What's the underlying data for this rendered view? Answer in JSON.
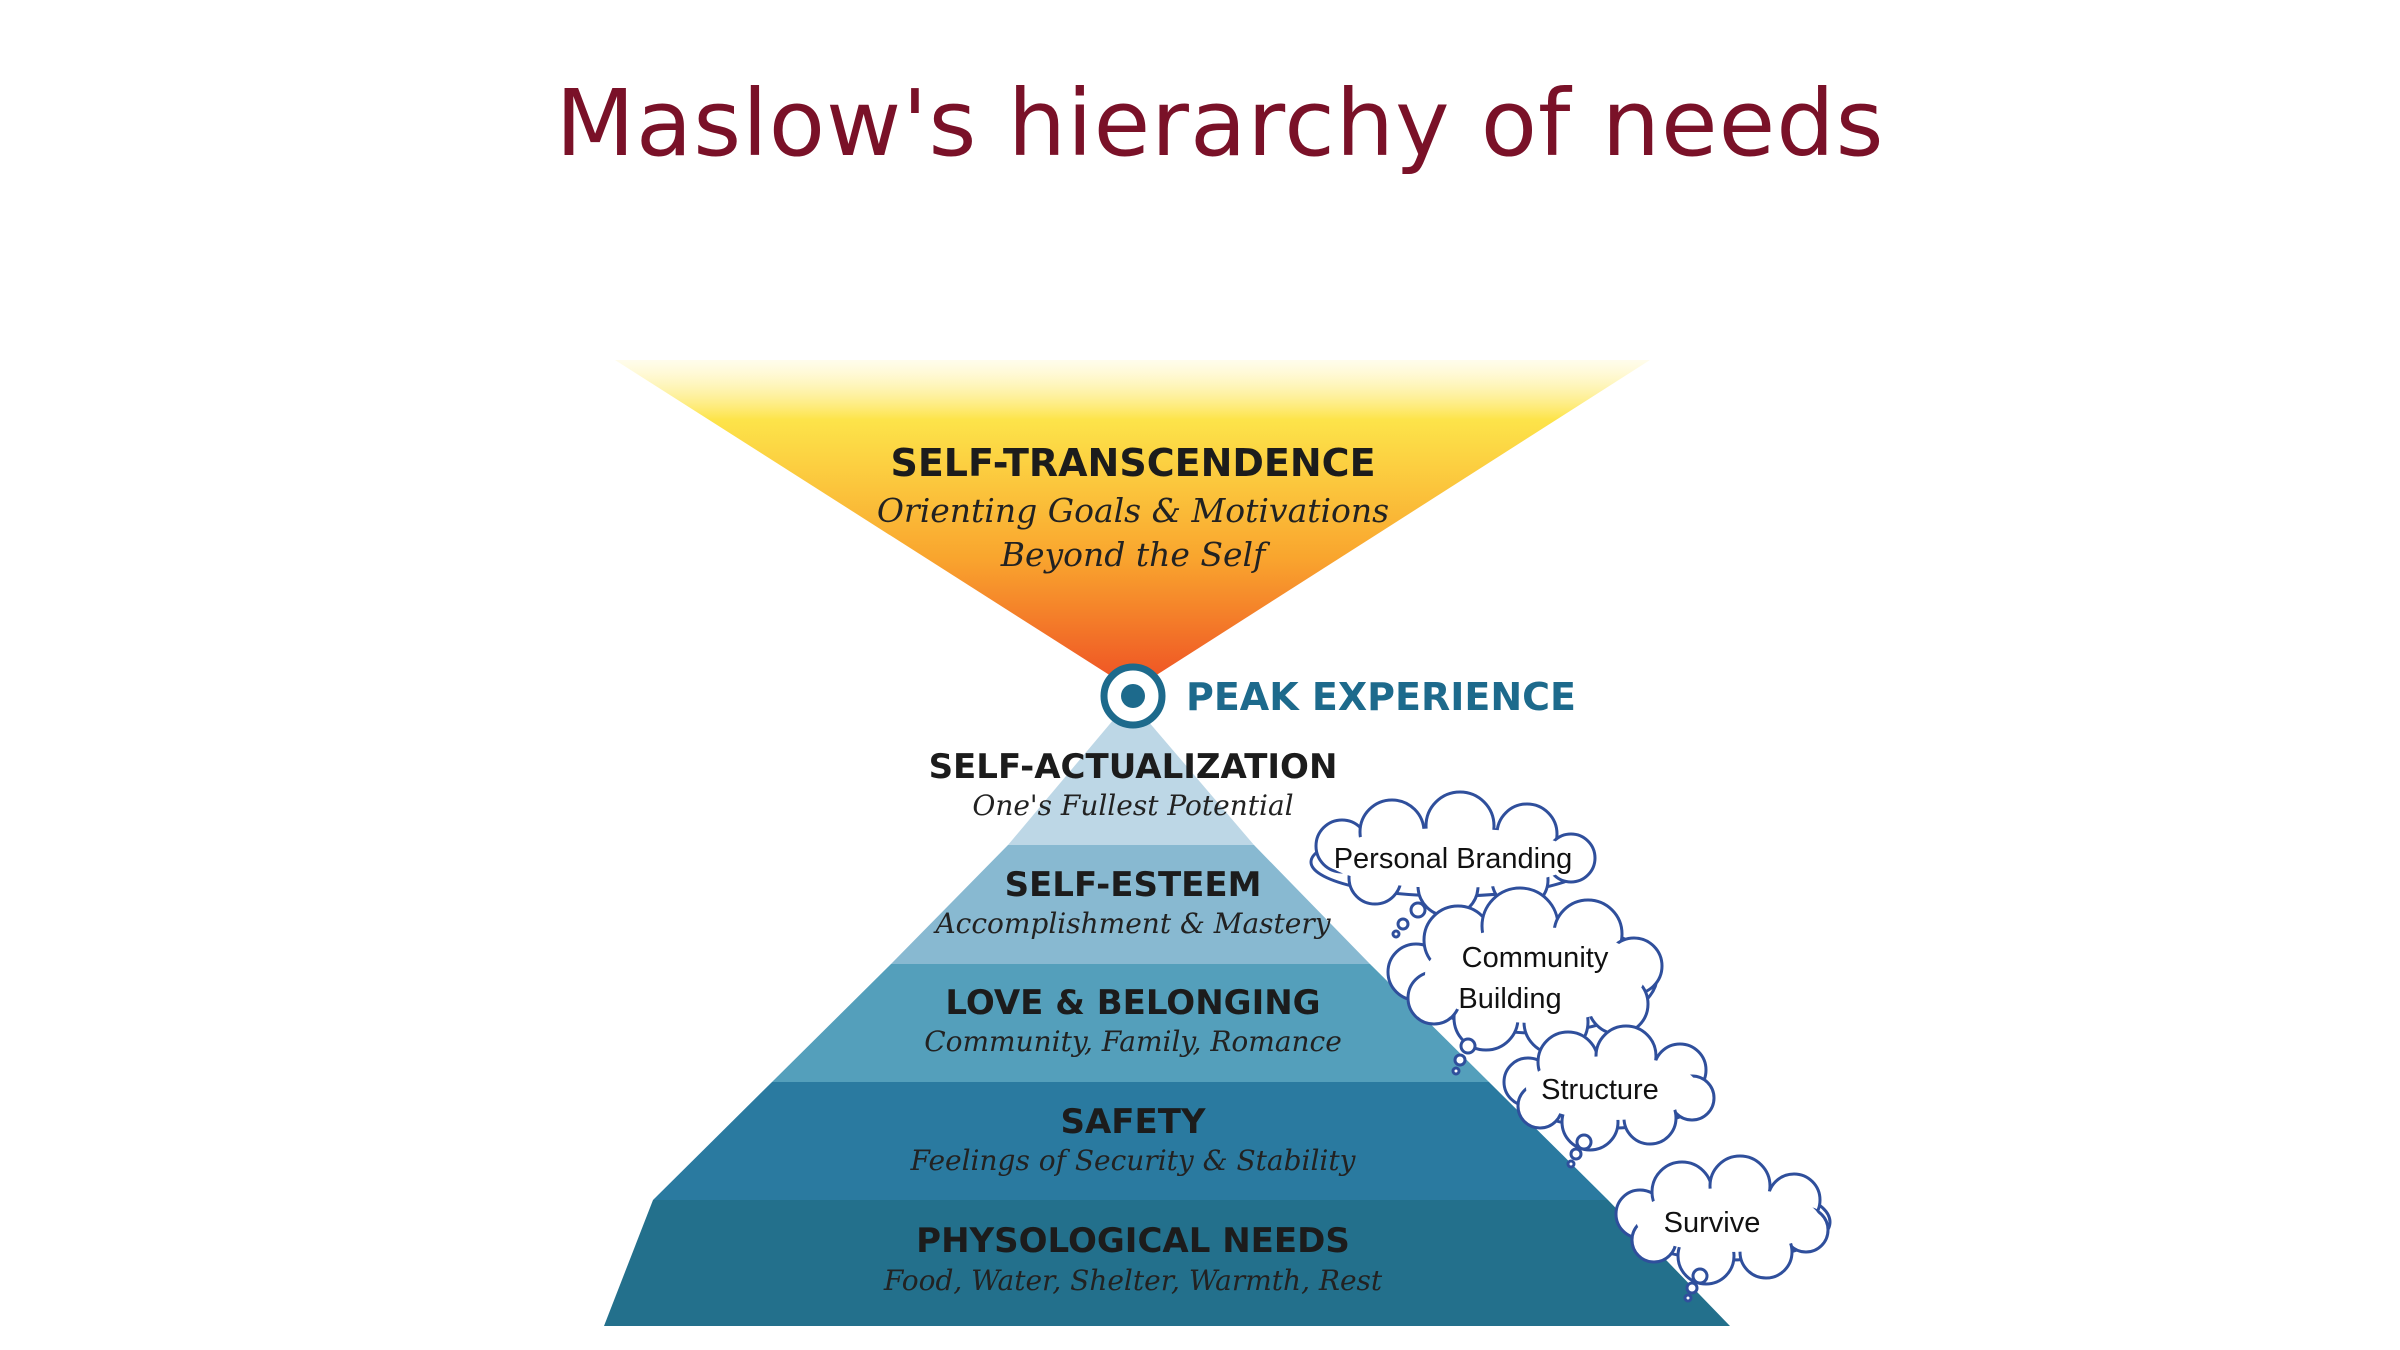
{
  "title": "Maslow's hierarchy of needs",
  "peak": {
    "label": "PEAK EXPERIENCE"
  },
  "levels": {
    "self_transcendence": {
      "title": "SELF-TRANSCENDENCE",
      "subtitle_line1": "Orienting Goals & Motivations",
      "subtitle_line2": "Beyond the Self"
    },
    "self_actualization": {
      "title": "SELF-ACTUALIZATION",
      "subtitle": "One's Fullest Potential"
    },
    "self_esteem": {
      "title": "SELF-ESTEEM",
      "subtitle": "Accomplishment & Mastery"
    },
    "love_belonging": {
      "title": "LOVE & BELONGING",
      "subtitle": "Community, Family, Romance"
    },
    "safety": {
      "title": "SAFETY",
      "subtitle": "Feelings of Security & Stability"
    },
    "physiological": {
      "title": "PHYSOLOGICAL NEEDS",
      "subtitle": "Food, Water, Shelter, Warmth, Rest"
    }
  },
  "clouds": {
    "personal_branding": "Personal Branding",
    "community_line1": "Community",
    "community_line2": "Building",
    "structure": "Structure",
    "survive": "Survive"
  },
  "colors": {
    "title": "#7a1128",
    "peak": "#1d6a8c",
    "self_actualization": "#bdd7e6",
    "self_esteem": "#88b9d1",
    "love_belonging": "#549fbb",
    "safety": "#2a7aa0",
    "physiological": "#23708c",
    "cloud_outline": "#2f4f9c"
  }
}
